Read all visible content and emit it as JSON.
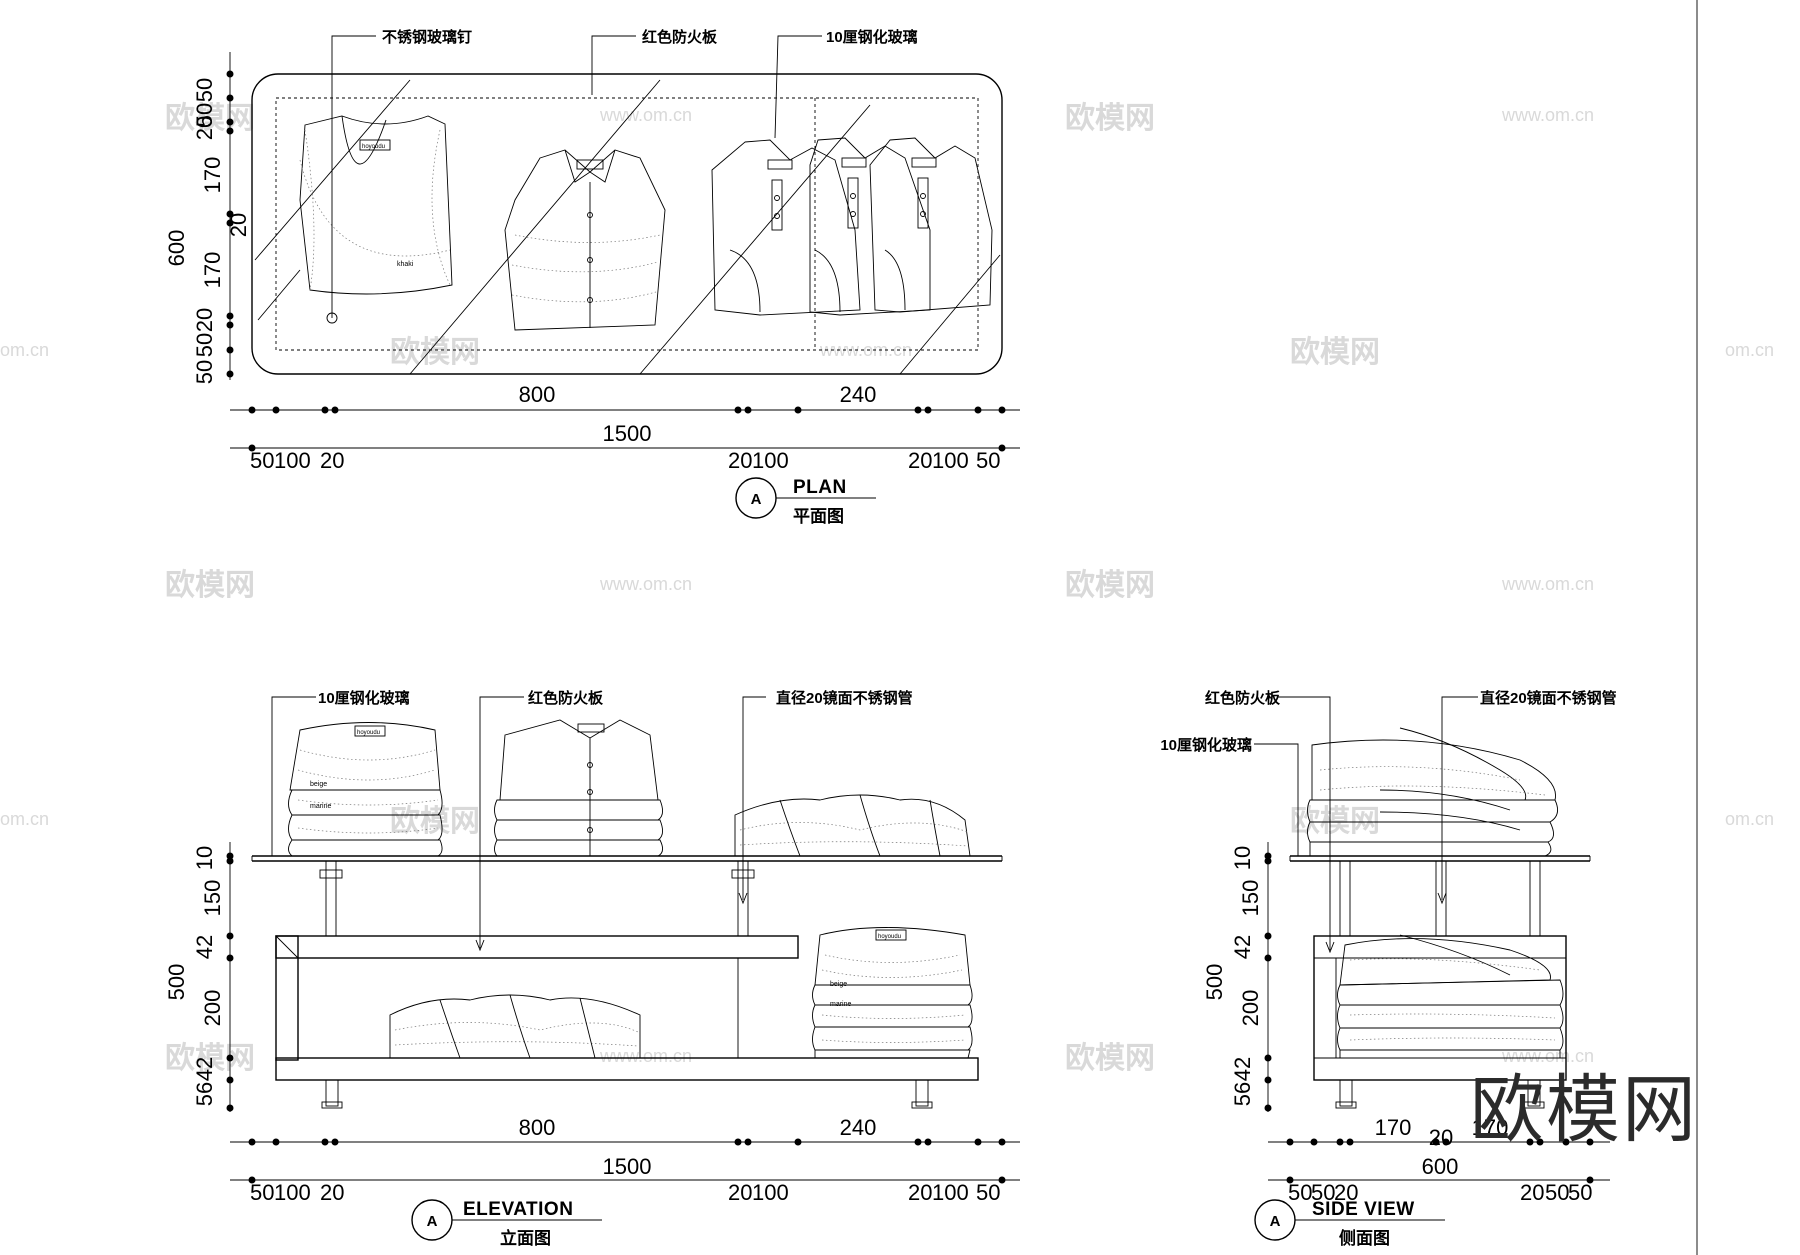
{
  "plan": {
    "labels": [
      "不锈钢玻璃钉",
      "红色防火板",
      "10厘钢化玻璃"
    ],
    "title": "PLAN",
    "title_cn": "平面图",
    "marker": "A",
    "dims_left": [
      "600",
      "50",
      "50",
      "20",
      "170",
      "20",
      "170",
      "20",
      "50",
      "50"
    ],
    "dims_top": [
      "800",
      "240"
    ],
    "dims_total": "1500",
    "dims_bottom": [
      "50",
      "100",
      "20",
      "20",
      "100",
      "20",
      "100",
      "50"
    ],
    "tags": [
      "hoyoudu",
      "khaki"
    ]
  },
  "elevation": {
    "labels": [
      "10厘钢化玻璃",
      "红色防火板",
      "直径20镜面不锈钢管"
    ],
    "title": "ELEVATION",
    "title_cn": "立面图",
    "marker": "A",
    "dims_left": [
      "500",
      "10",
      "150",
      "42",
      "200",
      "42",
      "56"
    ],
    "dims_top": [
      "800",
      "240"
    ],
    "dims_total": "1500",
    "dims_bottom": [
      "50",
      "100",
      "20",
      "20",
      "100",
      "20",
      "100",
      "50"
    ],
    "tags": [
      "hoyoudu",
      "beige",
      "marine"
    ]
  },
  "side": {
    "labels": [
      "红色防火板",
      "10厘钢化玻璃",
      "直径20镜面不锈钢管"
    ],
    "title": "SIDE VIEW",
    "title_cn": "侧面图",
    "marker": "A",
    "dims_left": [
      "500",
      "10",
      "150",
      "42",
      "200",
      "42",
      "56"
    ],
    "dims_top": [
      "170",
      "20",
      "170"
    ],
    "dims_total": "600",
    "dims_bottom": [
      "50",
      "50",
      "20",
      "20",
      "50",
      "50"
    ]
  },
  "watermarks": {
    "cn": "欧模网",
    "url": "www.om.cn",
    "url_short": "om.cn",
    "logo": "欧模网"
  }
}
